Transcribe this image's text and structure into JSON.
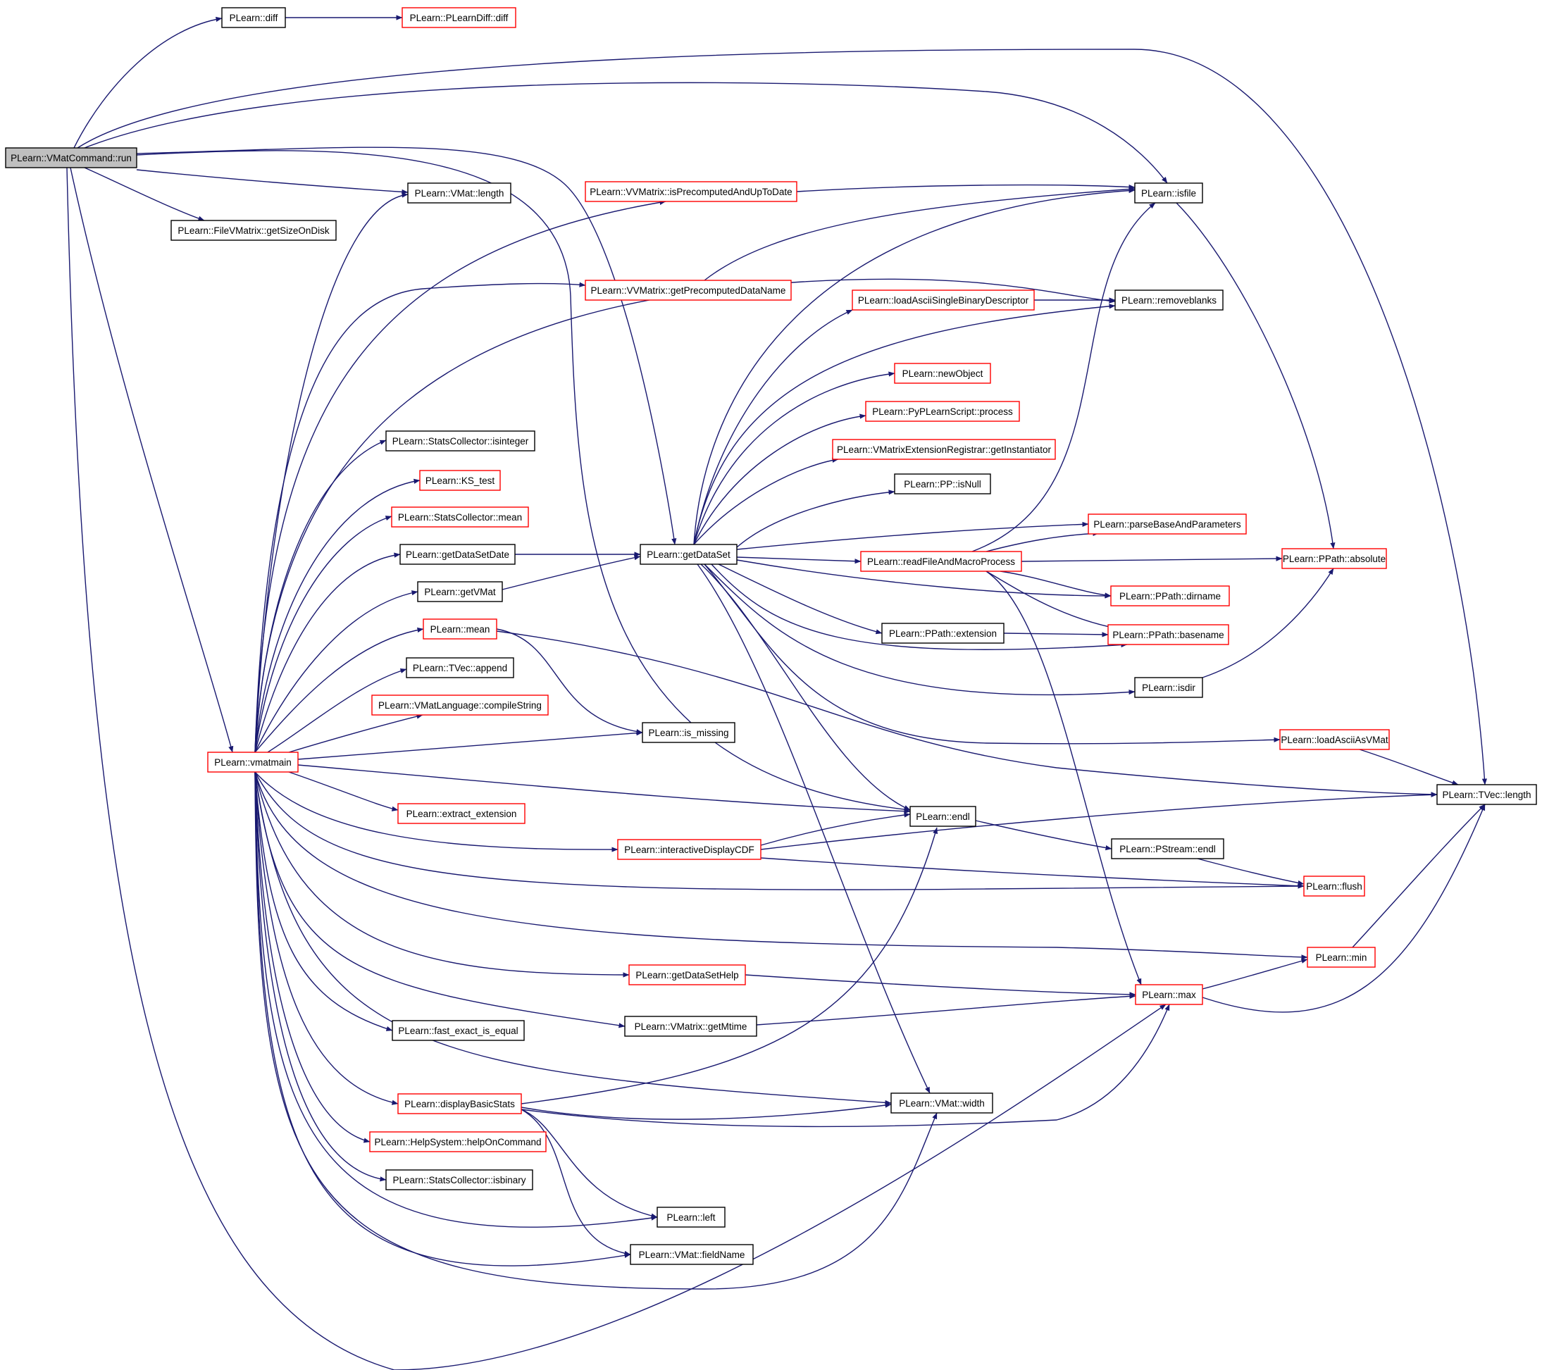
{
  "colors": {
    "edge": "#191970",
    "normal_border": "#000000",
    "truncated_border": "#ff0000",
    "root_fill": "#bfbfbf",
    "node_fill": "#ffffff"
  },
  "nodes": [
    {
      "id": "run",
      "label": "PLearn::VMatCommand::run",
      "style": "root"
    },
    {
      "id": "diff",
      "label": "PLearn::diff",
      "style": "normal"
    },
    {
      "id": "pdiff",
      "label": "PLearn::PLearnDiff::diff",
      "style": "truncated"
    },
    {
      "id": "vmlen",
      "label": "PLearn::VMat::length",
      "style": "normal"
    },
    {
      "id": "fvsize",
      "label": "PLearn::FileVMatrix::getSizeOnDisk",
      "style": "normal"
    },
    {
      "id": "vmatmain",
      "label": "PLearn::vmatmain",
      "style": "truncated"
    },
    {
      "id": "isprecomp",
      "label": "PLearn::VVMatrix::isPrecomputedAndUpToDate",
      "style": "truncated"
    },
    {
      "id": "getprecomp",
      "label": "PLearn::VVMatrix::getPrecomputedDataName",
      "style": "truncated"
    },
    {
      "id": "isfile",
      "label": "PLearn::isfile",
      "style": "normal"
    },
    {
      "id": "loadascii",
      "label": "PLearn::loadAsciiSingleBinaryDescriptor",
      "style": "truncated"
    },
    {
      "id": "removeblanks",
      "label": "PLearn::removeblanks",
      "style": "normal"
    },
    {
      "id": "newobject",
      "label": "PLearn::newObject",
      "style": "truncated"
    },
    {
      "id": "pyprocess",
      "label": "PLearn::PyPLearnScript::process",
      "style": "truncated"
    },
    {
      "id": "getinst",
      "label": "PLearn::VMatrixExtensionRegistrar::getInstantiator",
      "style": "truncated"
    },
    {
      "id": "ppisnull",
      "label": "PLearn::PP::isNull",
      "style": "normal"
    },
    {
      "id": "sc_isint",
      "label": "PLearn::StatsCollector::isinteger",
      "style": "normal"
    },
    {
      "id": "kstest",
      "label": "PLearn::KS_test",
      "style": "truncated"
    },
    {
      "id": "sc_mean",
      "label": "PLearn::StatsCollector::mean",
      "style": "truncated"
    },
    {
      "id": "getdsdate",
      "label": "PLearn::getDataSetDate",
      "style": "normal"
    },
    {
      "id": "getds",
      "label": "PLearn::getDataSet",
      "style": "normal"
    },
    {
      "id": "getvmat",
      "label": "PLearn::getVMat",
      "style": "normal"
    },
    {
      "id": "mean",
      "label": "PLearn::mean",
      "style": "truncated"
    },
    {
      "id": "tvappend",
      "label": "PLearn::TVec::append",
      "style": "normal"
    },
    {
      "id": "compilestr",
      "label": "PLearn::VMatLanguage::compileString",
      "style": "truncated"
    },
    {
      "id": "ismissing",
      "label": "PLearn::is_missing",
      "style": "normal"
    },
    {
      "id": "extract",
      "label": "PLearn::extract_extension",
      "style": "truncated"
    },
    {
      "id": "endl",
      "label": "PLearn::endl",
      "style": "normal"
    },
    {
      "id": "interactive",
      "label": "PLearn::interactiveDisplayCDF",
      "style": "truncated"
    },
    {
      "id": "parsebase",
      "label": "PLearn::parseBaseAndParameters",
      "style": "truncated"
    },
    {
      "id": "readfile",
      "label": "PLearn::readFileAndMacroProcess",
      "style": "truncated"
    },
    {
      "id": "absolute",
      "label": "PLearn::PPath::absolute",
      "style": "truncated"
    },
    {
      "id": "dirname",
      "label": "PLearn::PPath::dirname",
      "style": "truncated"
    },
    {
      "id": "extension",
      "label": "PLearn::PPath::extension",
      "style": "normal"
    },
    {
      "id": "basename",
      "label": "PLearn::PPath::basename",
      "style": "truncated"
    },
    {
      "id": "isdir",
      "label": "PLearn::isdir",
      "style": "normal"
    },
    {
      "id": "loadasvmat",
      "label": "PLearn::loadAsciiAsVMat",
      "style": "truncated"
    },
    {
      "id": "tvlength",
      "label": "PLearn::TVec::length",
      "style": "normal"
    },
    {
      "id": "pstreamendl",
      "label": "PLearn::PStream::endl",
      "style": "normal"
    },
    {
      "id": "flush",
      "label": "PLearn::flush",
      "style": "truncated"
    },
    {
      "id": "min",
      "label": "PLearn::min",
      "style": "truncated"
    },
    {
      "id": "getdshelp",
      "label": "PLearn::getDataSetHelp",
      "style": "truncated"
    },
    {
      "id": "max",
      "label": "PLearn::max",
      "style": "truncated"
    },
    {
      "id": "fastexact",
      "label": "PLearn::fast_exact_is_equal",
      "style": "normal"
    },
    {
      "id": "getmtime",
      "label": "PLearn::VMatrix::getMtime",
      "style": "normal"
    },
    {
      "id": "displaybasic",
      "label": "PLearn::displayBasicStats",
      "style": "truncated"
    },
    {
      "id": "vmwidth",
      "label": "PLearn::VMat::width",
      "style": "normal"
    },
    {
      "id": "helponcmd",
      "label": "PLearn::HelpSystem::helpOnCommand",
      "style": "truncated"
    },
    {
      "id": "sc_isbin",
      "label": "PLearn::StatsCollector::isbinary",
      "style": "normal"
    },
    {
      "id": "left",
      "label": "PLearn::left",
      "style": "normal"
    },
    {
      "id": "fieldname",
      "label": "PLearn::VMat::fieldName",
      "style": "normal"
    }
  ]
}
